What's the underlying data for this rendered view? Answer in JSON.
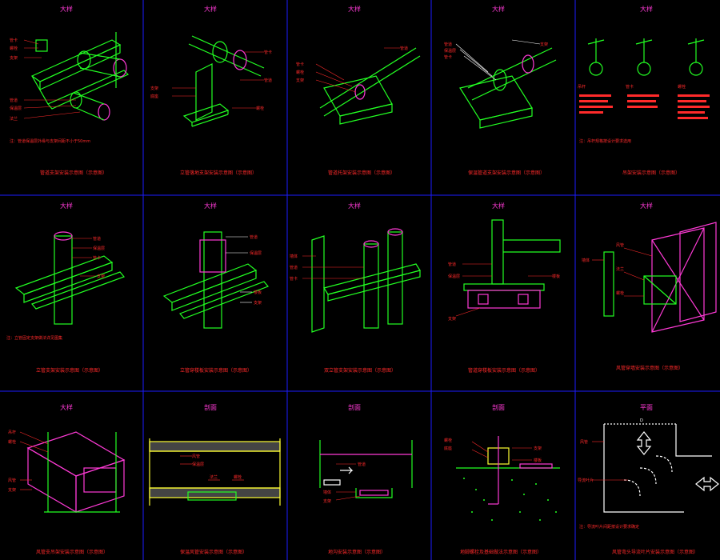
{
  "colors": {
    "background": "#000000",
    "grid": "#1c1cff",
    "pipe": "#22ff22",
    "label": "#ff2a2a",
    "header": "#ff3ad6",
    "accent_white": "#ffffff",
    "accent_yellow": "#ffff33"
  },
  "panels": [
    {
      "header": "大样",
      "title": "管道支架安装示意图（示意图）",
      "note": "注：管道保温层外缘与支架间距不小于50mm"
    },
    {
      "header": "大样",
      "title": "立管落地支架安装示意图（示意图）",
      "note": ""
    },
    {
      "header": "大样",
      "title": "管道托架安装示意图（示意图）",
      "note": ""
    },
    {
      "header": "大样",
      "title": "保温管道支架安装示意图（示意图）",
      "note": ""
    },
    {
      "header": "大样",
      "title": "吊架安装示意图（示意图）",
      "note": "注：吊杆规格按设计要求选用"
    },
    {
      "header": "大样",
      "title": "立管支架安装示意图（示意图）",
      "note": "注：立管固定支架做法详见图集"
    },
    {
      "header": "大样",
      "title": "立管穿楼板安装示意图（示意图）",
      "note": ""
    },
    {
      "header": "大样",
      "title": "双立管支架安装示意图（示意图）",
      "note": ""
    },
    {
      "header": "大样",
      "title": "管道穿楼板安装示意图（示意图）",
      "note": ""
    },
    {
      "header": "大样",
      "title": "风管穿墙安装示意图（示意图）",
      "note": ""
    },
    {
      "header": "大样",
      "title": "风管支吊架安装示意图（示意图）",
      "note": ""
    },
    {
      "header": "剖面",
      "title": "保温风管安装示意图（示意图）",
      "note": ""
    },
    {
      "header": "剖面",
      "title": "地沟安装示意图（示意图）",
      "note": ""
    },
    {
      "header": "剖面",
      "title": "地脚螺栓及基础做法示意图（示意图）",
      "note": ""
    },
    {
      "header": "平面",
      "title": "风管弯头导流叶片安装示意图（示意图）",
      "note": "注：导流叶片间距按设计要求确定"
    }
  ],
  "labels": {
    "pipe": "管道",
    "support": "支架",
    "insulation": "保温层",
    "clamp": "管卡",
    "bolt": "螺栓",
    "wall": "墙体",
    "slab": "楼板",
    "flange": "法兰",
    "base": "底座",
    "duct": "风管",
    "vane": "导流叶片",
    "hanger": "吊杆",
    "dim_D": "D"
  }
}
